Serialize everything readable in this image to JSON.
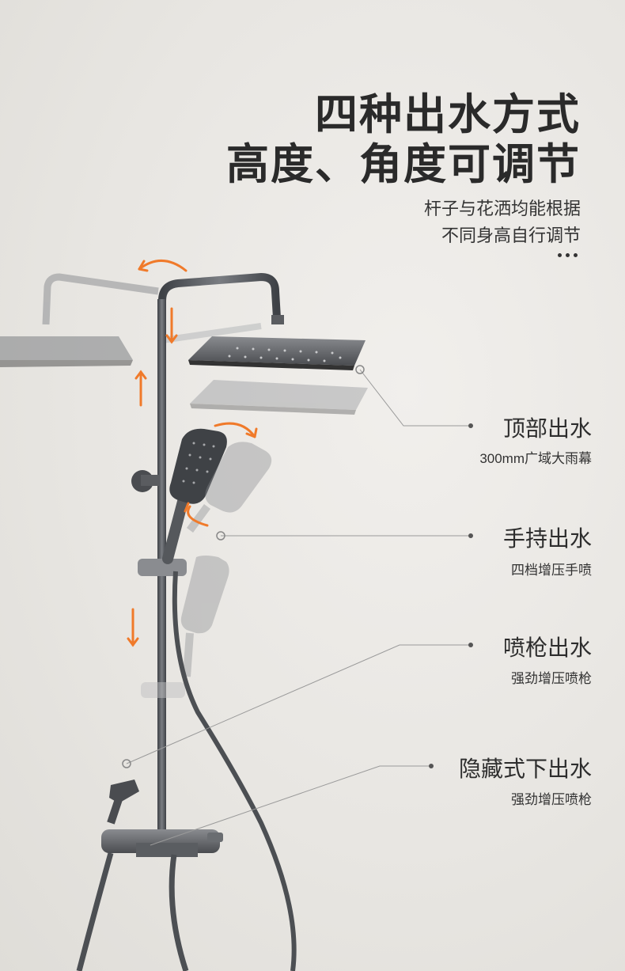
{
  "headline": {
    "line1": "四种出水方式",
    "line2": "高度、角度可调节"
  },
  "subtitle": {
    "line1": "杆子与花洒均能根据",
    "line2": "不同身高自行调节"
  },
  "features": [
    {
      "title": "顶部出水",
      "subtitle": "300mm广域大雨幕"
    },
    {
      "title": "手持出水",
      "subtitle": "四档增压手喷"
    },
    {
      "title": "喷枪出水",
      "subtitle": "强劲增压喷枪"
    },
    {
      "title": "隐藏式下出水",
      "subtitle": "强劲增压喷枪"
    }
  ],
  "colors": {
    "accent_arrow": "#f07a2a",
    "metal": "#5b5e63",
    "text": "#2a2a2a",
    "background": "#e9e7e3"
  }
}
